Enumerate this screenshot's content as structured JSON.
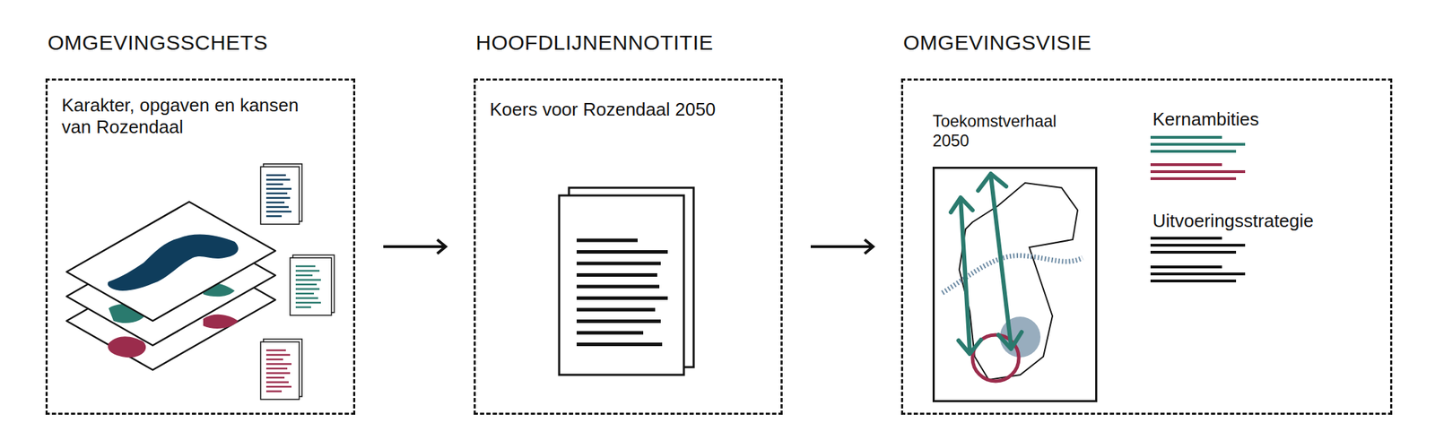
{
  "diagram": {
    "nodes": [
      {
        "text": [
          "OMGEVINGSSCHETS",
          "Karakter, opgaven en kansen van Rozendaal"
        ]
      },
      {
        "text": [
          "HOOFDLIJNENNOTITIE",
          "Koers voor Rozendaal 2050"
        ]
      },
      {
        "text": [
          "OMGEVINGSVISIE",
          "Kernambities",
          "Uitvoeringsstrategie"
        ]
      },
      {
        "text": [
          "Toekomstverhaal 2050"
        ],
        "in": 2
      }
    ],
    "edges": [
      {
        "from": 0,
        "to": 1,
        "arrow": "to"
      },
      {
        "from": 1,
        "to": 2,
        "arrow": "to"
      }
    ]
  }
}
